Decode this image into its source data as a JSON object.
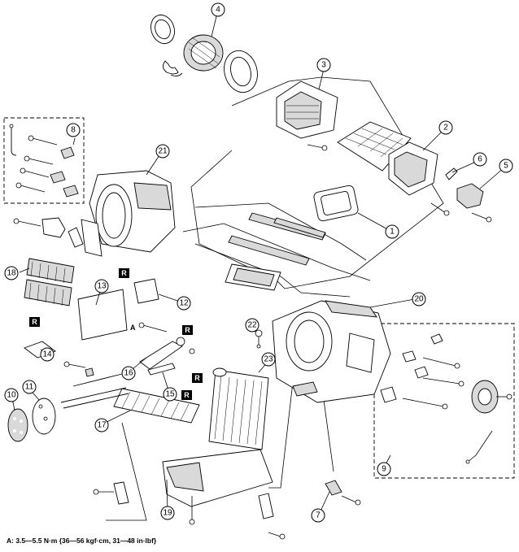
{
  "callouts": [
    "1",
    "2",
    "3",
    "4",
    "5",
    "6",
    "7",
    "8",
    "9",
    "10",
    "11",
    "12",
    "13",
    "14",
    "15",
    "16",
    "17",
    "18",
    "19",
    "20",
    "21",
    "22",
    "23"
  ],
  "markers": {
    "r": "R",
    "a": "A"
  },
  "footnote": "A: 3.5—5.5 N·m {36—56 kgf·cm, 31—48 in·lbf}"
}
